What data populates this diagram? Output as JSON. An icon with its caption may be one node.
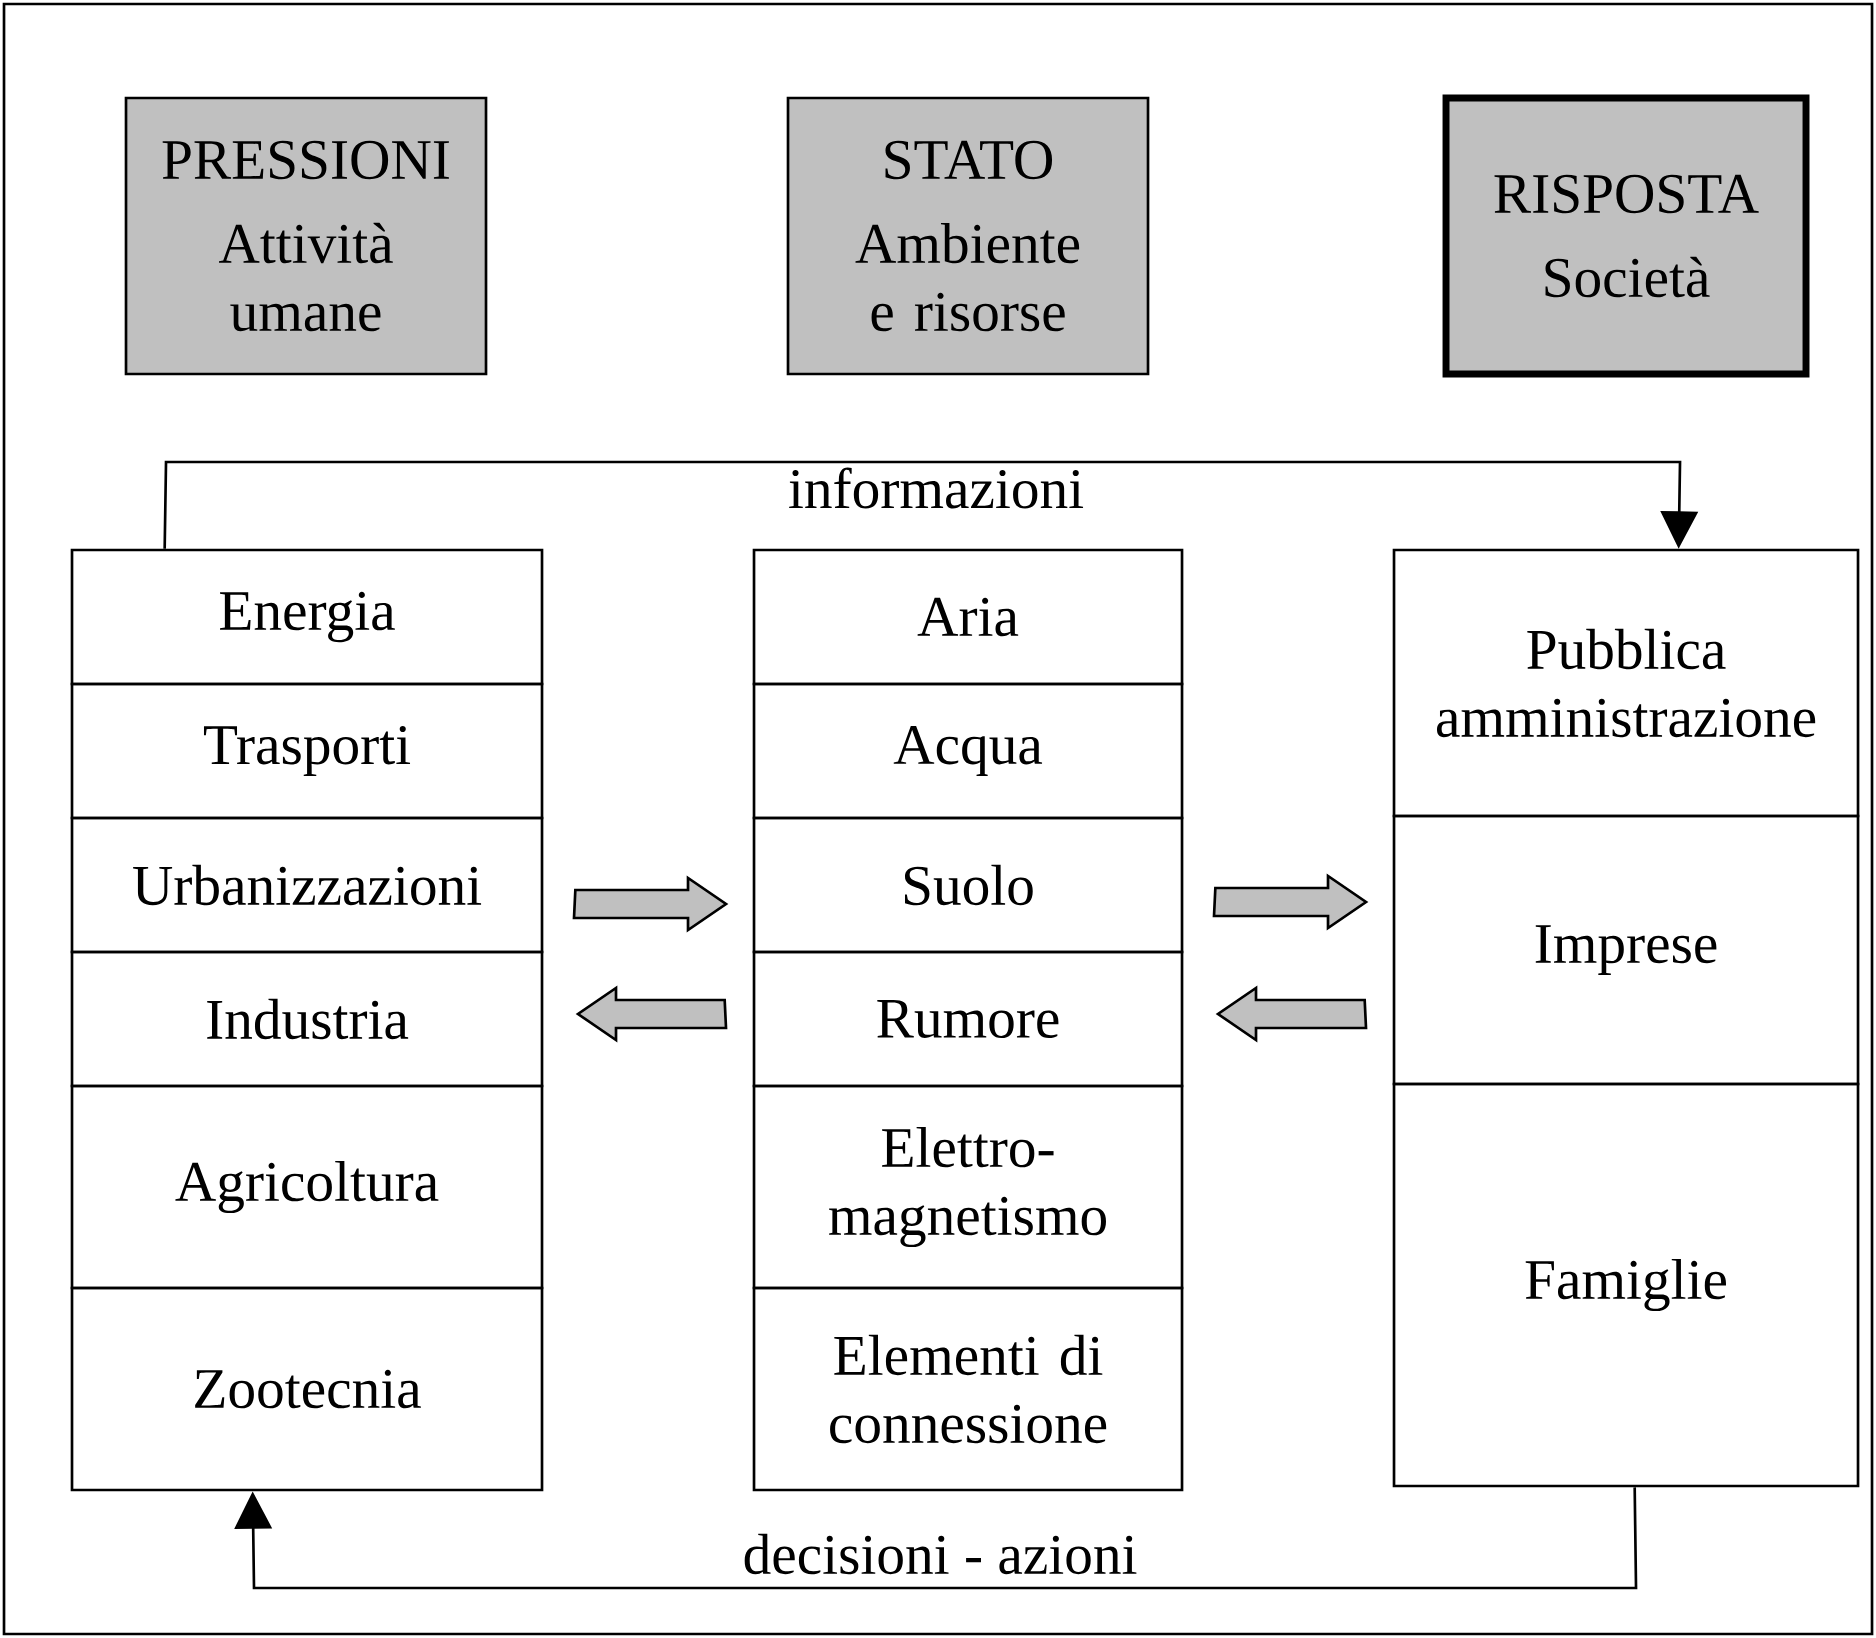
{
  "diagram": {
    "nodes": [
      {
        "text": [
          "PRESSIONI",
          "Attività umane"
        ]
      },
      {
        "text": [
          "STATO",
          "Ambiente e risorse"
        ]
      },
      {
        "text": [
          "RISPOSTA",
          "Società"
        ]
      },
      {
        "text": [
          "Energia"
        ]
      },
      {
        "text": [
          "Trasporti"
        ]
      },
      {
        "text": [
          "Urbanizzazioni"
        ]
      },
      {
        "text": [
          "Industria"
        ]
      },
      {
        "text": [
          "Agricoltura"
        ]
      },
      {
        "text": [
          "Zootecnia"
        ]
      },
      {
        "text": [
          "Aria"
        ]
      },
      {
        "text": [
          "Acqua"
        ]
      },
      {
        "text": [
          "Suolo"
        ]
      },
      {
        "text": [
          "Rumore"
        ]
      },
      {
        "text": [
          "Elettro- magnetismo"
        ]
      },
      {
        "text": [
          "Elementi di connessione"
        ]
      },
      {
        "text": [
          "Pubblica amministrazione"
        ]
      },
      {
        "text": [
          "Imprese"
        ]
      },
      {
        "text": [
          "Famiglie"
        ]
      }
    ],
    "edges": [
      {
        "from": 5,
        "to": 11,
        "arrow": "to",
        "style": "thick"
      },
      {
        "from": 12,
        "to": 6,
        "arrow": "to",
        "style": "thick"
      },
      {
        "from": 11,
        "to": 16,
        "arrow": "to",
        "style": "thick"
      },
      {
        "from": 16,
        "to": 12,
        "arrow": "to",
        "style": "thick"
      },
      {
        "from": 3,
        "to": 15,
        "arrow": "to",
        "label": "informazioni"
      },
      {
        "from": 17,
        "to": 8,
        "arrow": "to",
        "label": "decisioni - azioni"
      }
    ]
  }
}
